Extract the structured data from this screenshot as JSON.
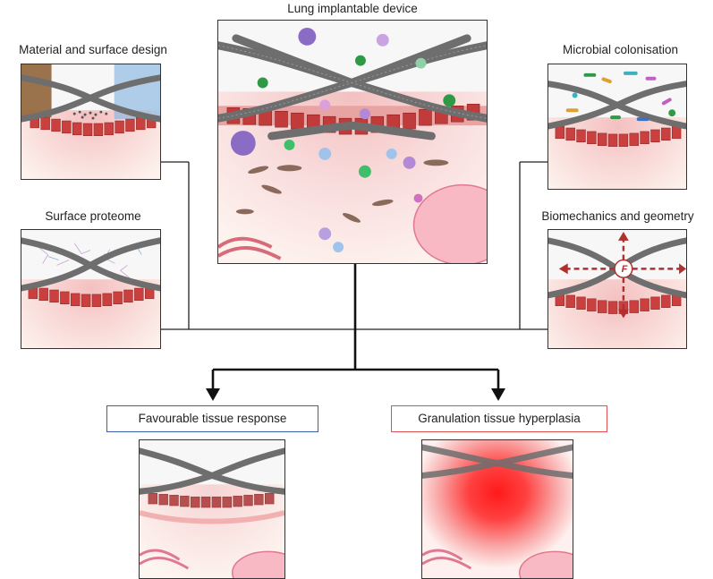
{
  "labels": {
    "center": "Lung implantable device",
    "material": "Material and surface design",
    "proteome": "Surface proteome",
    "microbial": "Microbial colonisation",
    "biomech": "Biomechanics and geometry",
    "force_symbol": "F"
  },
  "outcomes": {
    "favourable": {
      "label": "Favourable tissue response",
      "color": "#3a5fb0"
    },
    "hyperplasia": {
      "label": "Granulation tissue hyperplasia",
      "color": "#e05050"
    }
  },
  "colors": {
    "stent": "#6e6e6e",
    "tissue_red": "#d84a4a",
    "tissue_pink": "#f6d4d4",
    "mucosa": "#f2c9c9",
    "inflammation": "#ff2020",
    "surface_blue": "#7fb0e0",
    "surface_brown": "#8a5a2e"
  }
}
